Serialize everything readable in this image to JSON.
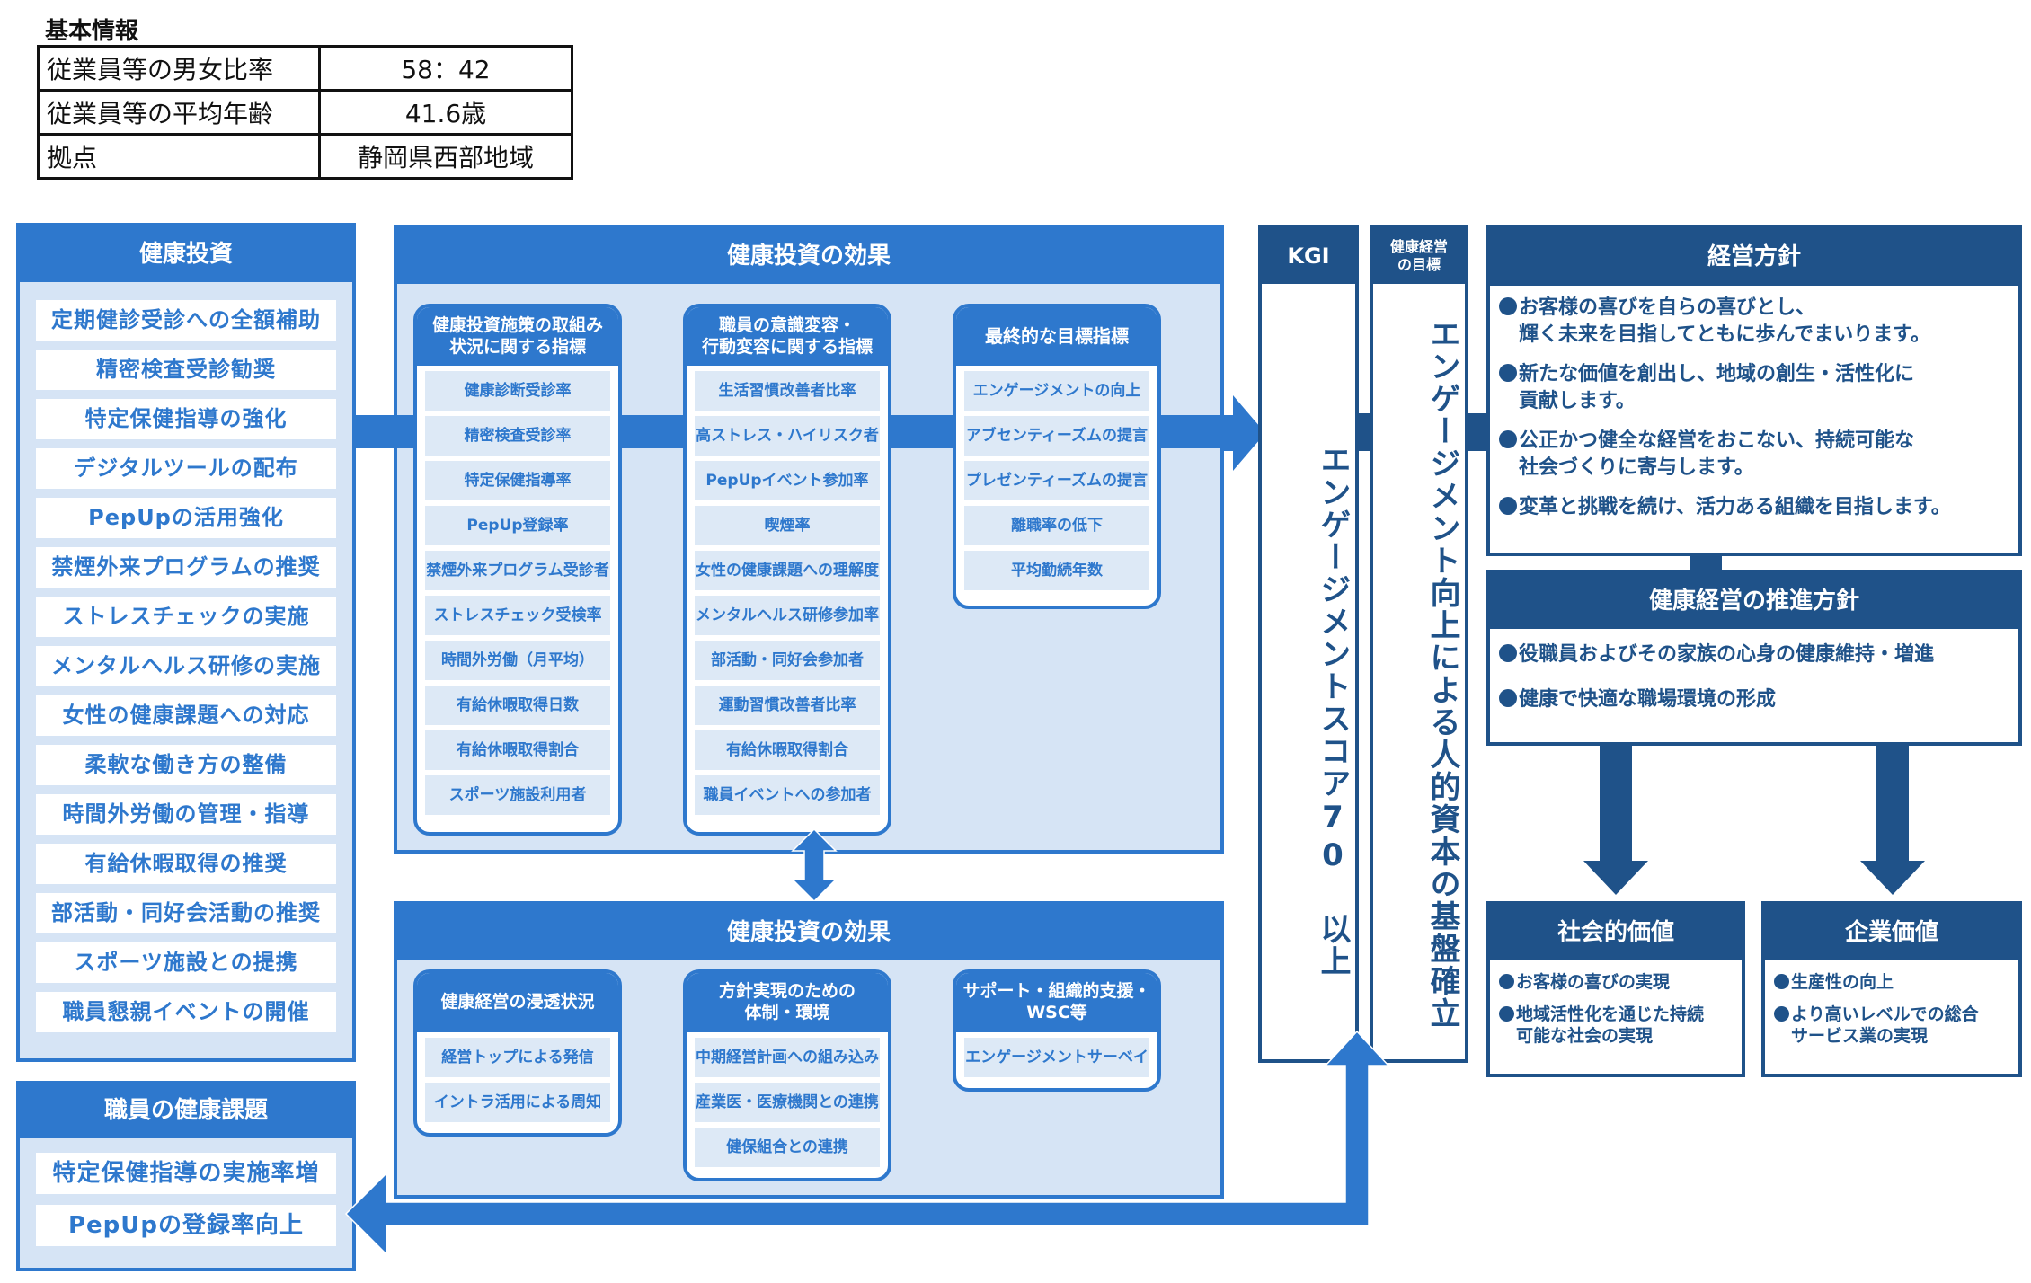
{
  "basic_info": {
    "title": "基本情報",
    "rows": [
      {
        "label": "従業員等の男女比率",
        "value": "58：42"
      },
      {
        "label": "従業員等の平均年齢",
        "value": "41.6歳"
      },
      {
        "label": "拠点",
        "value": "静岡県西部地域"
      }
    ]
  },
  "health_investment": {
    "title": "健康投資",
    "items": [
      "定期健診受診への全額補助",
      "精密検査受診勧奨",
      "特定保健指導の強化",
      "デジタルツールの配布",
      "PepUpの活用強化",
      "禁煙外来プログラムの推奨",
      "ストレスチェックの実施",
      "メンタルヘルス研修の実施",
      "女性の健康課題への対応",
      "柔軟な働き方の整備",
      "時間外労働の管理・指導",
      "有給休暇取得の推奨",
      "部活動・同好会活動の推奨",
      "スポーツ施設との提携",
      "職員懇親イベントの開催"
    ]
  },
  "employee_health_issues": {
    "title": "職員の健康課題",
    "items": [
      "特定保健指導の実施率増",
      "PepUpの登録率向上"
    ]
  },
  "effects_top": {
    "title": "健康投資の効果",
    "cards": [
      {
        "title": "健康投資施策の取組み\n状況に関する指標",
        "items": [
          "健康診断受診率",
          "精密検査受診率",
          "特定保健指導率",
          "PepUp登録率",
          "禁煙外来プログラム受診者",
          "ストレスチェック受検率",
          "時間外労働（月平均）",
          "有給休暇取得日数",
          "有給休暇取得割合",
          "スポーツ施設利用者"
        ]
      },
      {
        "title": "職員の意識変容・\n行動変容に関する指標",
        "items": [
          "生活習慣改善者比率",
          "高ストレス・ハイリスク者",
          "PepUpイベント参加率",
          "喫煙率",
          "女性の健康課題への理解度",
          "メンタルヘルス研修参加率",
          "部活動・同好会参加者",
          "運動習慣改善者比率",
          "有給休暇取得割合",
          "職員イベントへの参加者"
        ]
      },
      {
        "title": "最終的な目標指標",
        "items": [
          "エンゲージメントの向上",
          "アブセンティーズムの提言",
          "プレゼンティーズムの提言",
          "離職率の低下",
          "平均勤続年数"
        ]
      }
    ]
  },
  "effects_bottom": {
    "title": "健康投資の効果",
    "cards": [
      {
        "title": "健康経営の浸透状況",
        "items": [
          "経営トップによる発信",
          "イントラ活用による周知"
        ]
      },
      {
        "title": "方針実現のための\n体制・環境",
        "items": [
          "中期経営計画への組み込み",
          "産業医・医療機関との連携",
          "健保組合との連携"
        ]
      },
      {
        "title": "サポート・組織的支援・\nWSC等",
        "items": [
          "エンゲージメントサーベイ"
        ]
      }
    ]
  },
  "kgi": {
    "title": "KGI",
    "text": "エンゲージメントスコア70 以上"
  },
  "health_goal": {
    "title": "健康経営\nの目標",
    "text": "エンゲージメント向上による人的資本の基盤確立"
  },
  "management_policy": {
    "title": "経営方針",
    "bullets": [
      "お客様の喜びを自らの喜びとし、\n輝く未来を目指してともに歩んでまいります。",
      "新たな価値を創出し、地域の創生・活性化に\n貢献します。",
      "公正かつ健全な経営をおこない、持続可能な\n社会づくりに寄与します。",
      "変革と挑戦を続け、活力ある組織を目指します。"
    ]
  },
  "promotion_policy": {
    "title": "健康経営の推進方針",
    "bullets": [
      "役職員およびその家族の心身の健康維持・増進",
      "健康で快適な職場環境の形成"
    ]
  },
  "social_value": {
    "title": "社会的価値",
    "bullets": [
      "お客様の喜びの実現",
      "地域活性化を通じた持続\n可能な社会の実現"
    ]
  },
  "corporate_value": {
    "title": "企業価値",
    "bullets": [
      "生産性の向上",
      "より高いレベルでの総合\nサービス業の実現"
    ]
  },
  "colors": {
    "accent_blue": "#2e78cd",
    "navy": "#1f5289",
    "panel_fill": "#d6e4f5",
    "item_fill": "#dde9f6"
  }
}
